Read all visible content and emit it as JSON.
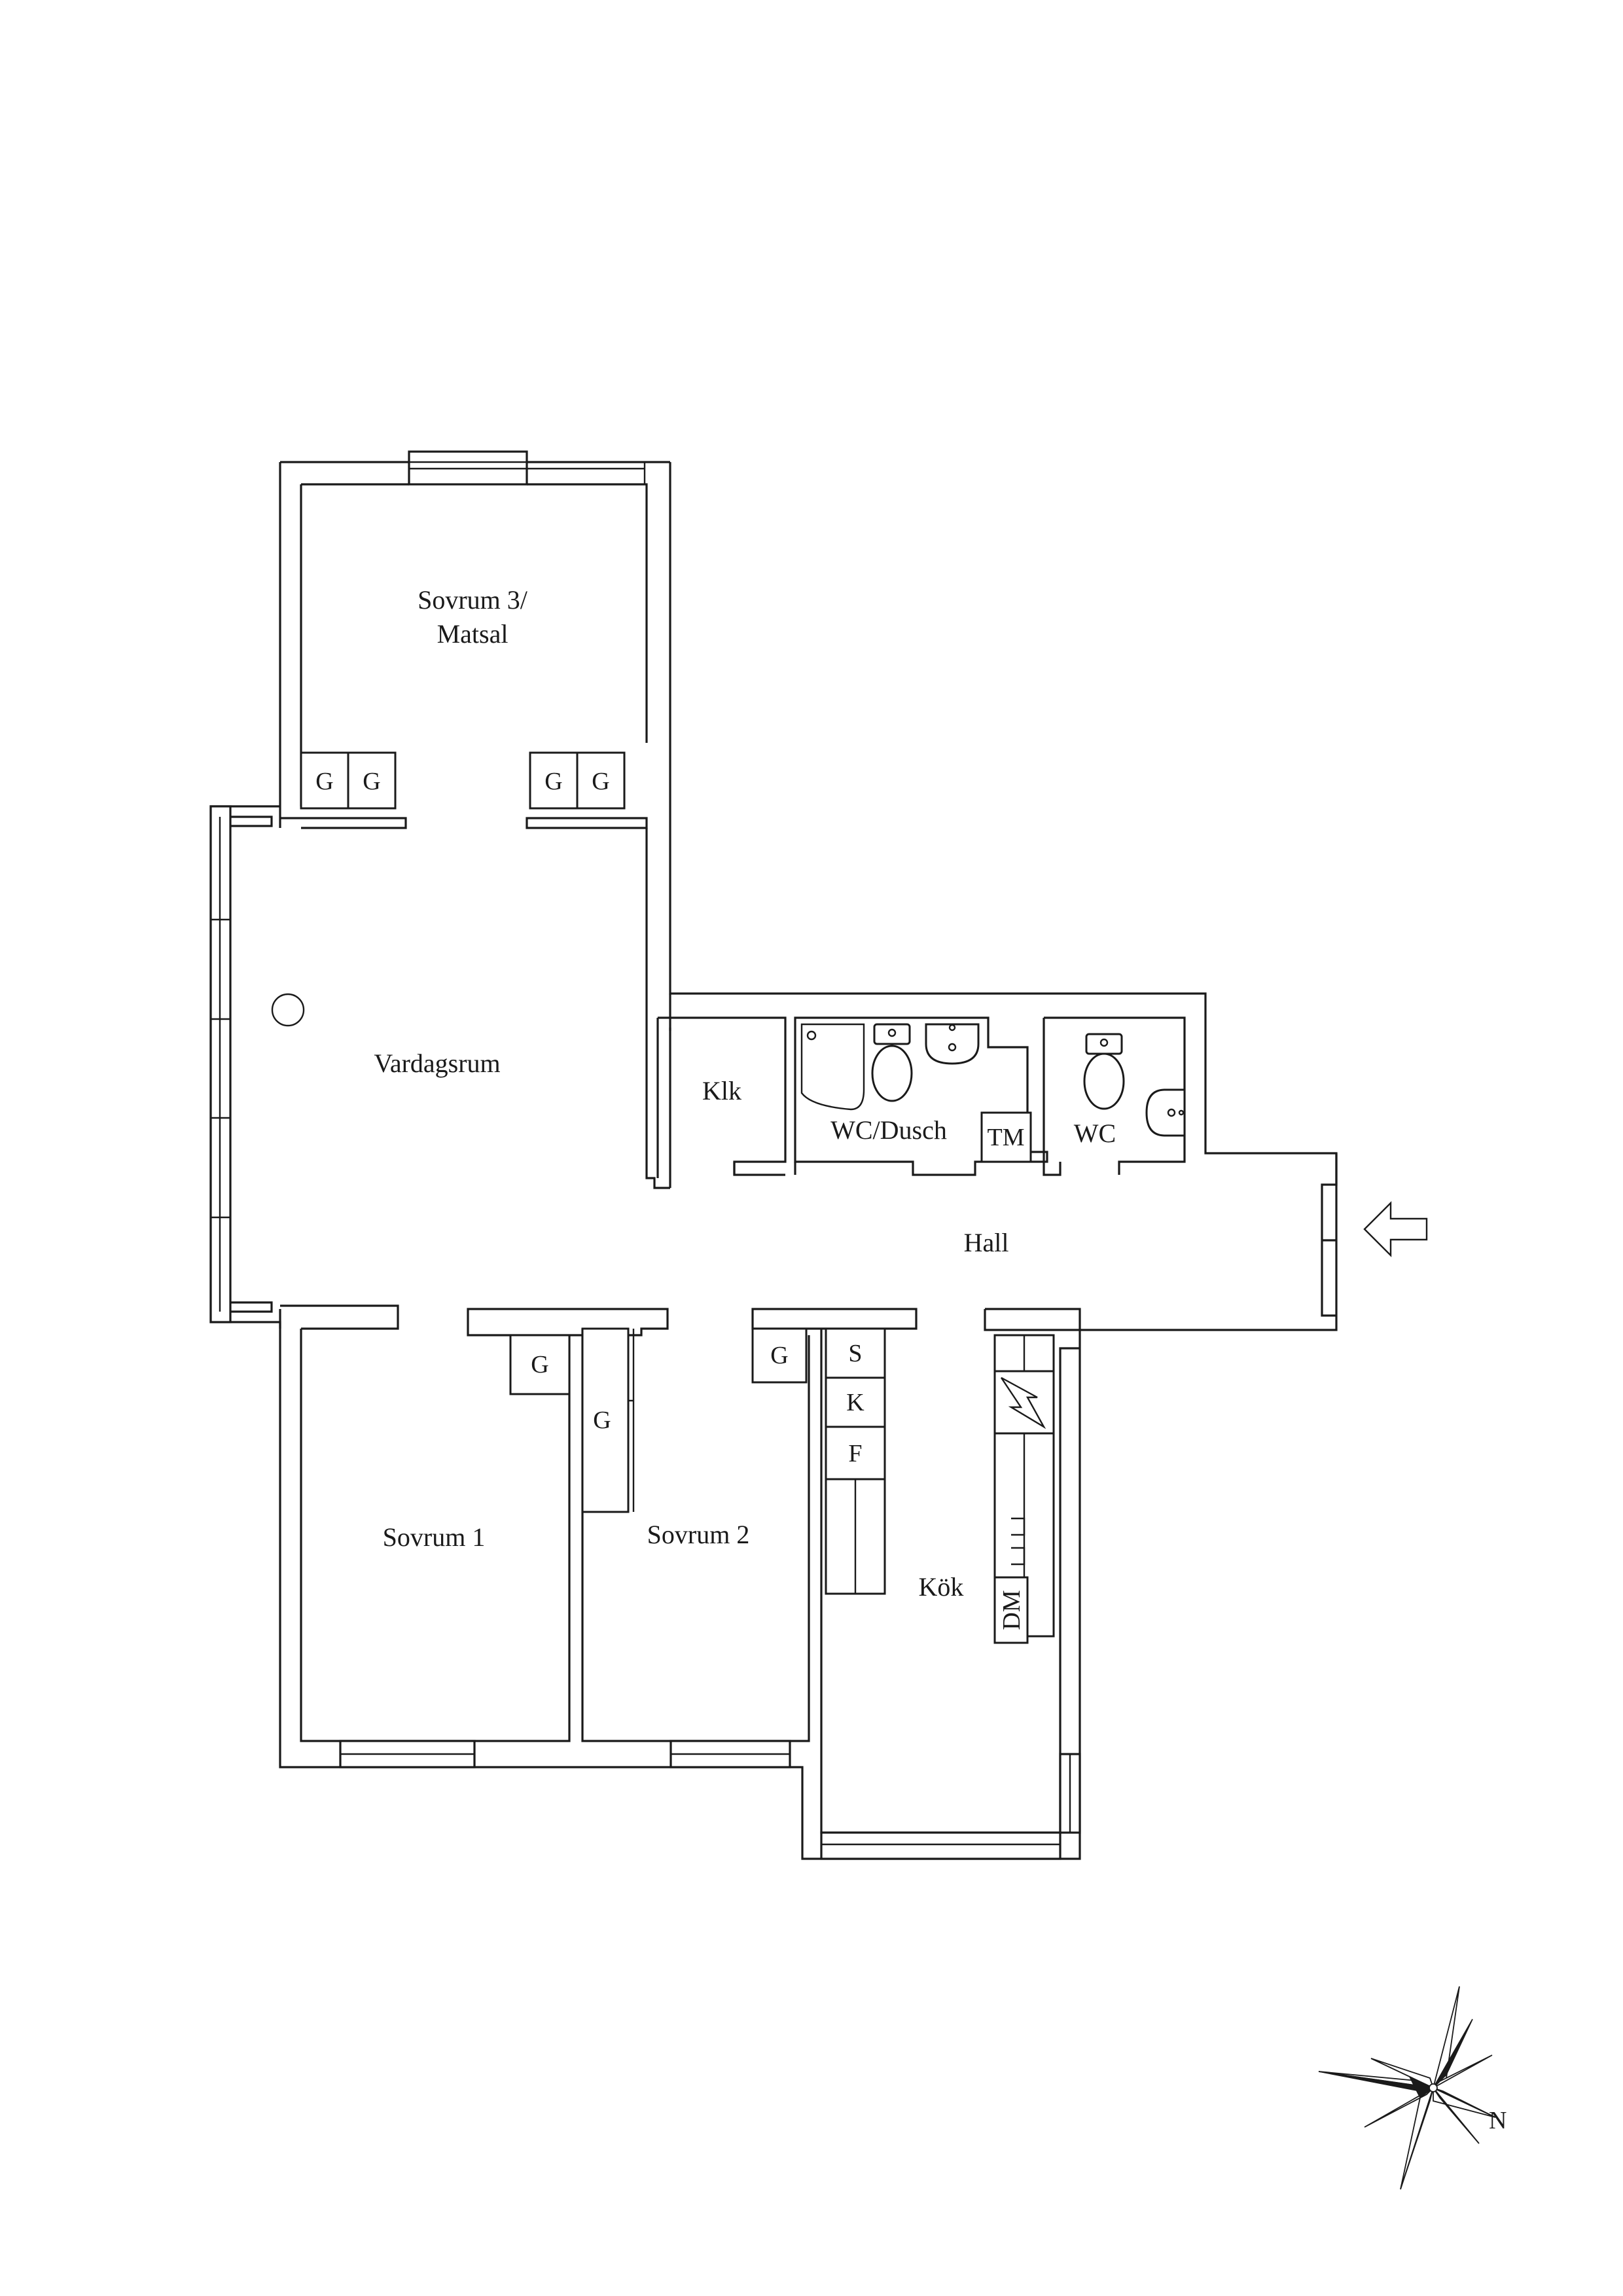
{
  "rooms": {
    "sovrum3_line1": "Sovrum 3/",
    "sovrum3_line2": "Matsal",
    "vardagsrum": "Vardagsrum",
    "klk": "Klk",
    "wc_dusch": "WC/Dusch",
    "tm": "TM",
    "wc": "WC",
    "hall": "Hall",
    "sovrum1": "Sovrum 1",
    "sovrum2": "Sovrum 2",
    "kok": "Kök"
  },
  "cabinets": {
    "wardrobe": "G",
    "stove": "S",
    "fridge": "K",
    "freezer": "F",
    "dishwasher": "DM"
  },
  "compass": {
    "north": "N"
  },
  "icons": {
    "entrance": "arrow-left-icon",
    "compass": "compass-rose-icon",
    "toilet": "toilet-icon",
    "sink": "sink-icon",
    "shower": "shower-icon",
    "chimney": "chimney-circle-icon",
    "electrical": "electrical-panel-icon"
  }
}
